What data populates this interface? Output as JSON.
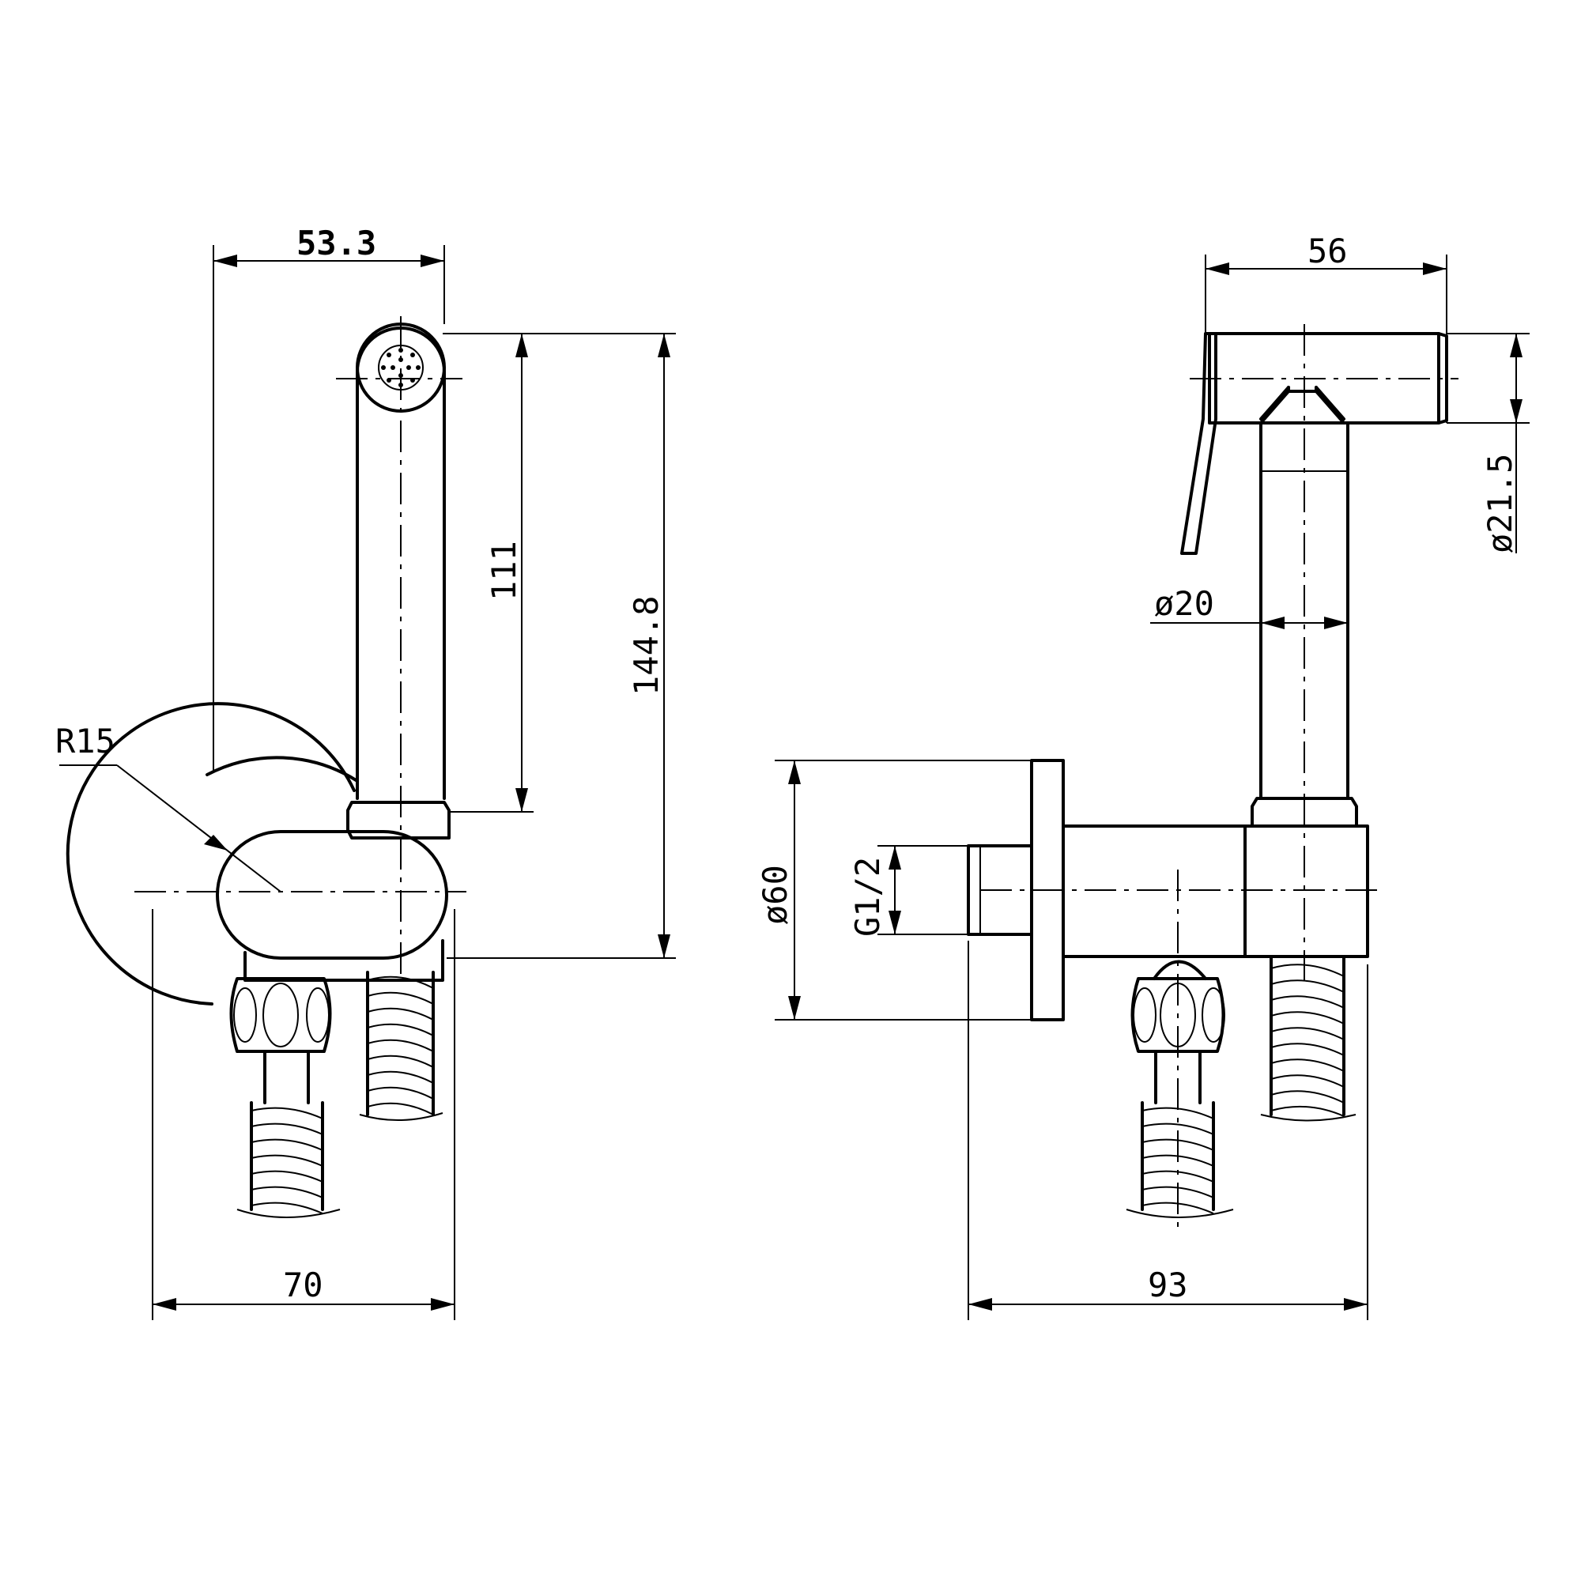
{
  "dimensions": {
    "left_top_width": "53.3",
    "left_nozzle_length": "111",
    "left_total_height": "144.8",
    "left_radius": "R15",
    "left_total_width": "70",
    "right_top_width": "56",
    "right_head_diameter": "ø21.5",
    "right_handle_diameter": "ø20",
    "right_flange_diameter": "ø60",
    "right_thread": "G1/2",
    "right_total_width": "93"
  }
}
